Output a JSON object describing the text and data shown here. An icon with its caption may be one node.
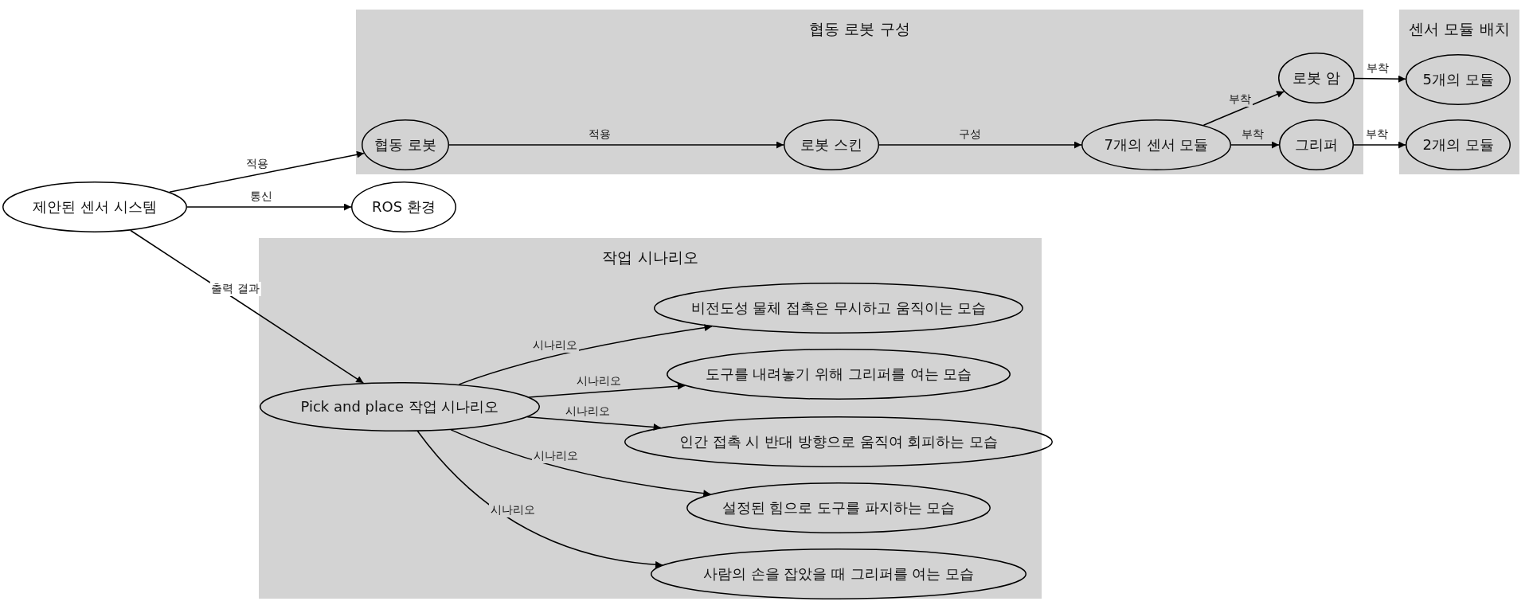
{
  "diagram": {
    "nodes": [
      {
        "text": [
          "협동 로봇 구성"
        ]
      },
      {
        "text": [
          "협동 로봇"
        ],
        "in": 0
      },
      {
        "text": [
          "로봇 스킨"
        ],
        "in": 0
      },
      {
        "text": [
          "7개의 센서 모듈"
        ],
        "in": 0
      },
      {
        "text": [
          "로봇 암"
        ],
        "in": 0
      },
      {
        "text": [
          "그리퍼"
        ],
        "in": 0
      },
      {
        "text": [
          "센서 모듈 배치"
        ]
      },
      {
        "text": [
          "5개의 모듈"
        ],
        "in": 6
      },
      {
        "text": [
          "2개의 모듈"
        ],
        "in": 6
      },
      {
        "text": [
          "제안된 센서 시스템"
        ]
      },
      {
        "text": [
          "ROS 환경"
        ]
      },
      {
        "text": [
          "작업 시나리오"
        ]
      },
      {
        "text": [
          "Pick and place 작업 시나리오"
        ],
        "in": 11
      },
      {
        "text": [
          "비전도성 물체 접촉은 무시하고 움직이는 모습"
        ],
        "in": 11
      },
      {
        "text": [
          "도구를 내려놓기 위해 그리퍼를 여는 모습"
        ],
        "in": 11
      },
      {
        "text": [
          "인간 접촉 시 반대 방향으로 움직여 회피하는 모습"
        ],
        "in": 11
      },
      {
        "text": [
          "설정된 힘으로 도구를 파지하는 모습"
        ],
        "in": 11
      },
      {
        "text": [
          "사람의 손을 잡았을 때 그리퍼를 여는 모습"
        ],
        "in": 11
      }
    ],
    "edges": [
      {
        "from": 9,
        "to": 1,
        "arrow": "to",
        "label": "적용"
      },
      {
        "from": 9,
        "to": 10,
        "arrow": "to",
        "label": "통신"
      },
      {
        "from": 9,
        "to": 12,
        "arrow": "to",
        "label": "출력 결과"
      },
      {
        "from": 1,
        "to": 2,
        "arrow": "to",
        "label": "적용"
      },
      {
        "from": 2,
        "to": 3,
        "arrow": "to",
        "label": "구성"
      },
      {
        "from": 3,
        "to": 4,
        "arrow": "to",
        "label": "부착"
      },
      {
        "from": 3,
        "to": 5,
        "arrow": "to",
        "label": "부착"
      },
      {
        "from": 4,
        "to": 7,
        "arrow": "to",
        "label": "부착"
      },
      {
        "from": 5,
        "to": 8,
        "arrow": "to",
        "label": "부착"
      },
      {
        "from": 12,
        "to": 13,
        "arrow": "to",
        "label": "시나리오"
      },
      {
        "from": 12,
        "to": 14,
        "arrow": "to",
        "label": "시나리오"
      },
      {
        "from": 12,
        "to": 15,
        "arrow": "to",
        "label": "시나리오"
      },
      {
        "from": 12,
        "to": 16,
        "arrow": "to",
        "label": "시나리오"
      },
      {
        "from": 12,
        "to": 17,
        "arrow": "to",
        "label": "시나리오"
      }
    ]
  }
}
